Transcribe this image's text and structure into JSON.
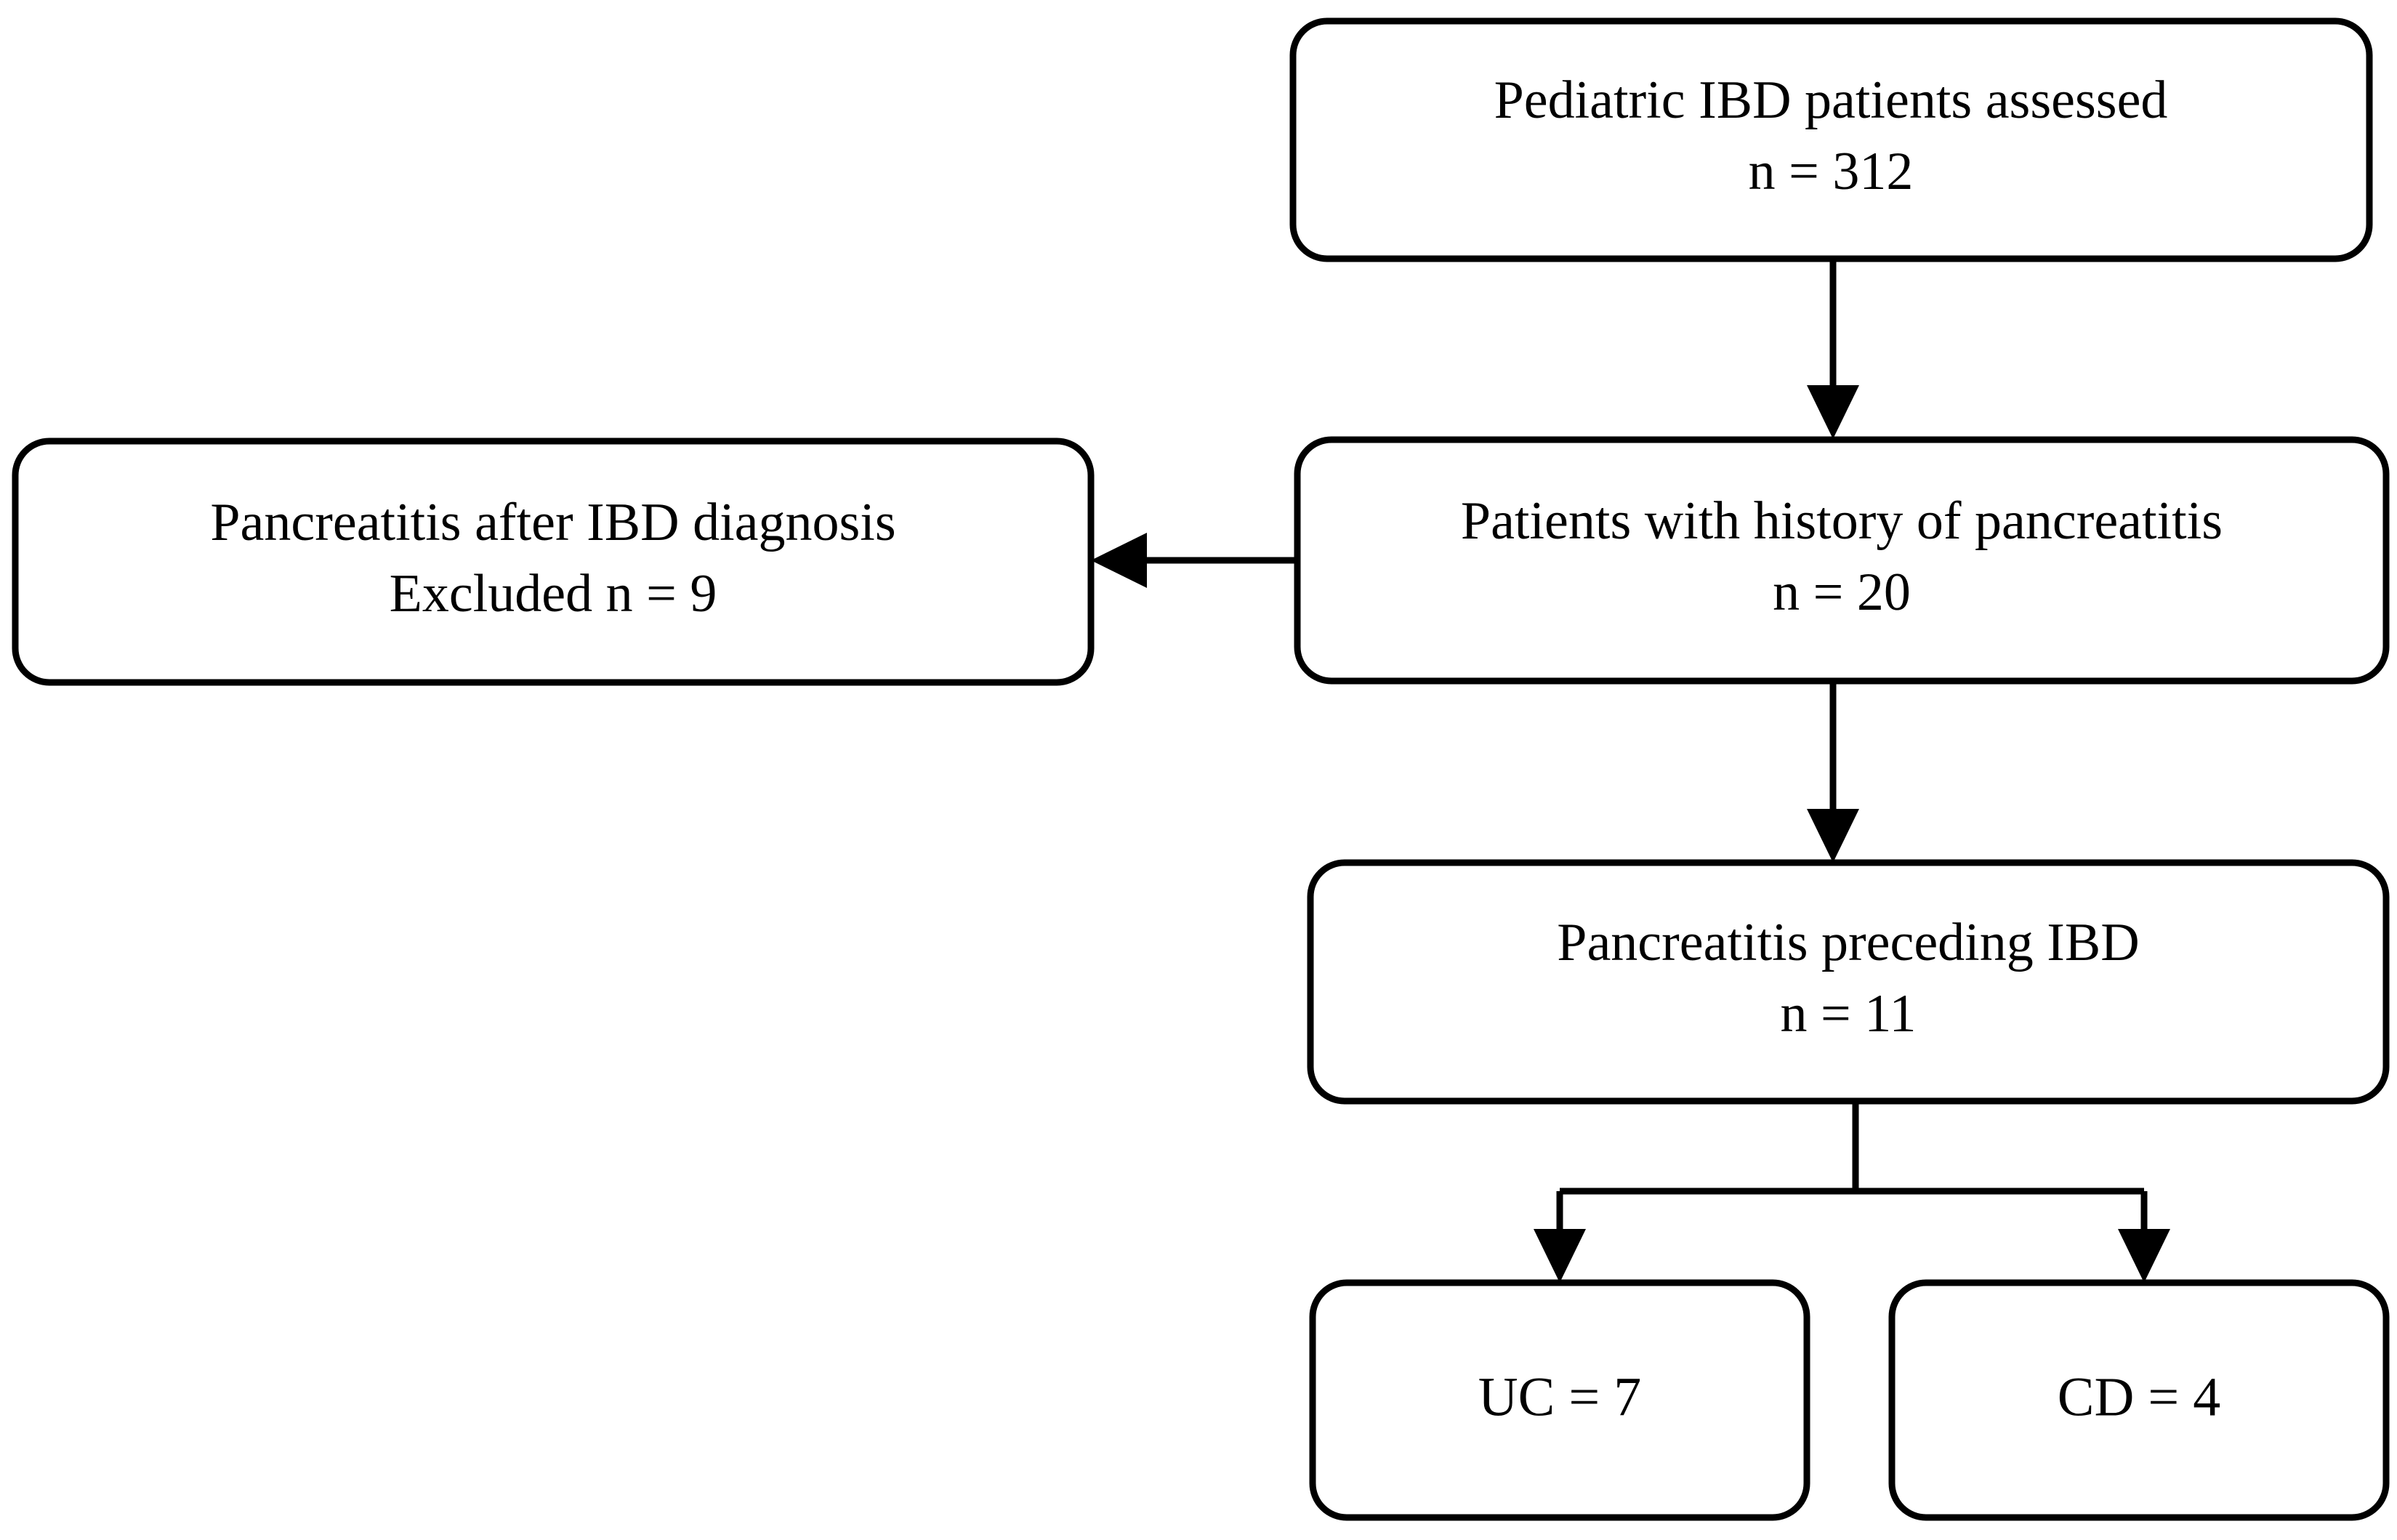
{
  "diagram": {
    "type": "study-flow-chart",
    "title": "Pediatric IBD pancreatitis patient flow",
    "background_color": "#ffffff",
    "line_color": "#000000",
    "text_color": "#000000",
    "nodes": [
      {
        "id": "assessed",
        "name": "pediatric-ibd-patients-assessed",
        "line1": "Pediatric IBD patients assessed",
        "line2": "n = 312",
        "count": 312
      },
      {
        "id": "history",
        "name": "patients-with-history-of-pancreatitis",
        "line1": "Patients with history of pancreatitis",
        "line2": "n = 20",
        "count": 20
      },
      {
        "id": "excluded",
        "name": "pancreatitis-after-ibd-diagnosis-excluded",
        "line1": "Pancreatitis after IBD diagnosis",
        "line2": "Excluded n = 9",
        "count": 9
      },
      {
        "id": "preceding",
        "name": "pancreatitis-preceding-ibd",
        "line1": "Pancreatitis preceding IBD",
        "line2": "n = 11",
        "count": 11
      },
      {
        "id": "uc",
        "name": "ulcerative-colitis-outcome",
        "line1": "UC = 7",
        "line2": "",
        "count": 7
      },
      {
        "id": "cd",
        "name": "crohns-disease-outcome",
        "line1": "CD = 4",
        "line2": "",
        "count": 4
      }
    ],
    "edges": [
      {
        "id": "e1",
        "name": "assessed-to-history",
        "from": "assessed",
        "to": "history",
        "direction": "down"
      },
      {
        "id": "e2",
        "name": "history-to-excluded",
        "from": "history",
        "to": "excluded",
        "direction": "left"
      },
      {
        "id": "e3",
        "name": "history-to-preceding",
        "from": "history",
        "to": "preceding",
        "direction": "down"
      },
      {
        "id": "e4",
        "name": "preceding-to-uc",
        "from": "preceding",
        "to": "uc",
        "direction": "down-split-left"
      },
      {
        "id": "e5",
        "name": "preceding-to-cd",
        "from": "preceding",
        "to": "cd",
        "direction": "down-split-right"
      }
    ]
  }
}
